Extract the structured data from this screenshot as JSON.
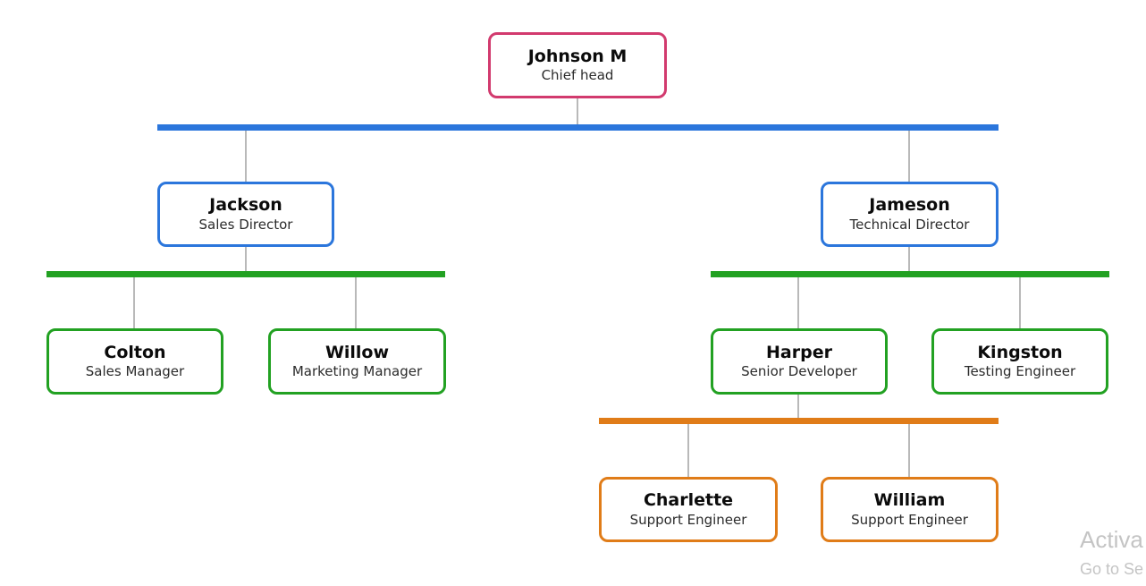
{
  "org": {
    "name": "Johnson M",
    "title": "Chief head",
    "children": [
      {
        "name": "Jackson",
        "title": "Sales Director",
        "children": [
          {
            "name": "Colton",
            "title": "Sales Manager"
          },
          {
            "name": "Willow",
            "title": "Marketing Manager"
          }
        ]
      },
      {
        "name": "Jameson",
        "title": "Technical Director",
        "children": [
          {
            "name": "Harper",
            "title": "Senior Developer",
            "children": [
              {
                "name": "Charlette",
                "title": "Support Engineer"
              },
              {
                "name": "William",
                "title": "Support Engineer"
              }
            ]
          },
          {
            "name": "Kingston",
            "title": "Testing Engineer"
          }
        ]
      }
    ]
  },
  "colors": {
    "pink": "#d23a6e",
    "blue": "#2b76dc",
    "green": "#22a122",
    "orange": "#e07c18",
    "connector": "#b9b9b9",
    "watermark": "#c4c4c4"
  },
  "watermark": {
    "line1": "Activa",
    "line2": "Go to Se"
  }
}
